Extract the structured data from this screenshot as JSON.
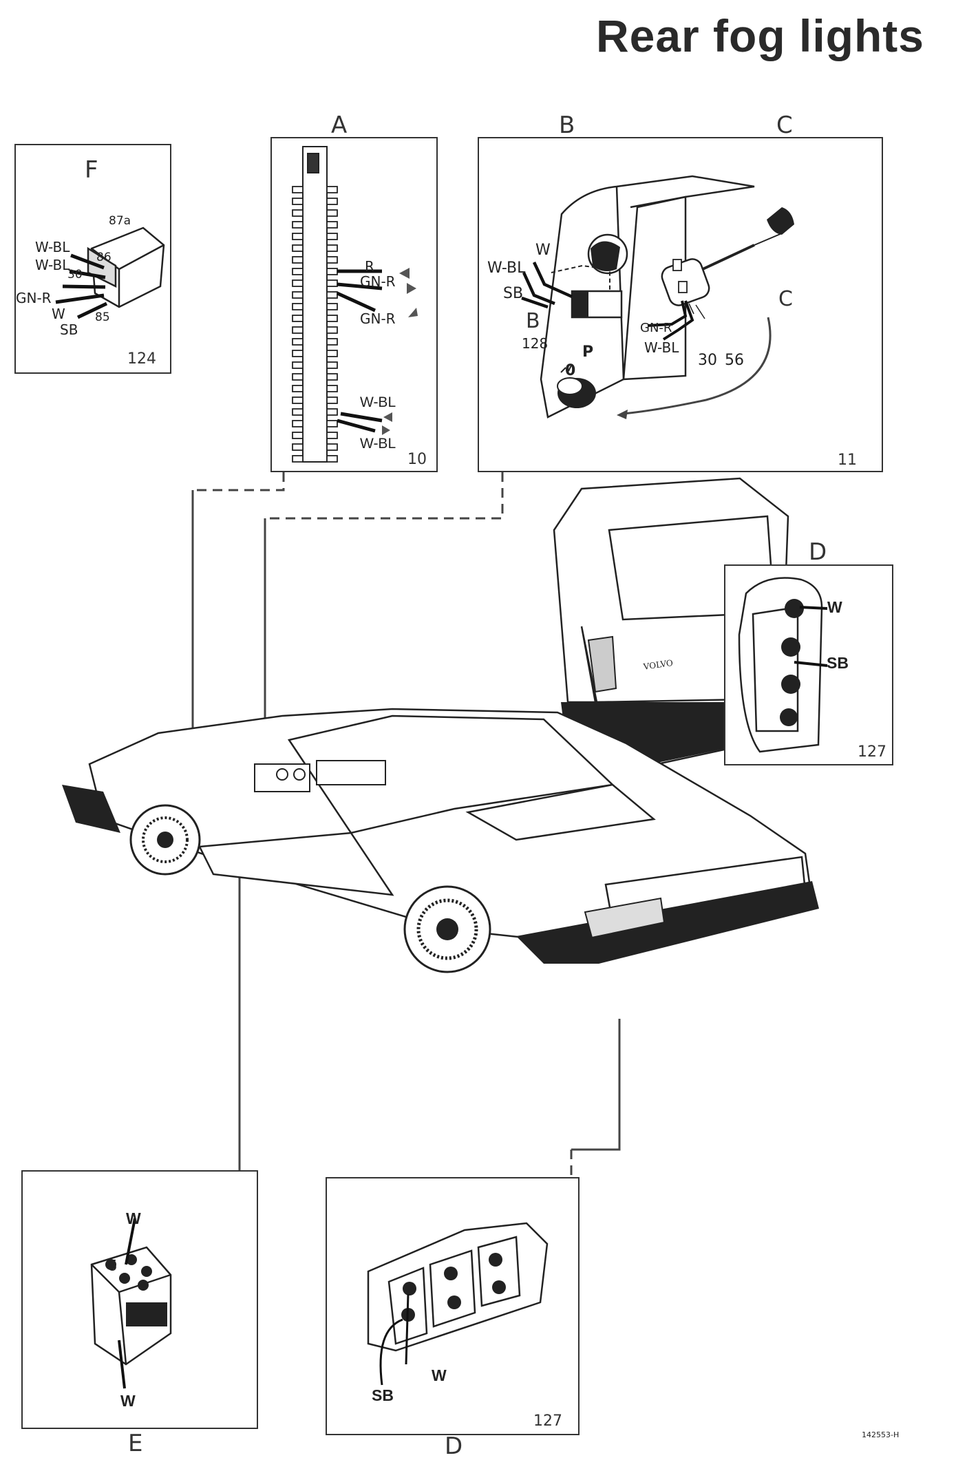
{
  "title": "Rear fog lights",
  "doc_number": "142553-H",
  "panels": {
    "F": {
      "label": "F",
      "num": "124",
      "terms": {
        "t87a": "87a",
        "t86": "86",
        "t30": "30",
        "t85": "85"
      },
      "wires": {
        "w1": "W-BL",
        "w2": "W-BL",
        "w3": "GN-R",
        "w4": "W",
        "w5": "SB"
      }
    },
    "A": {
      "label": "A",
      "num": "10",
      "wires": {
        "r": "R",
        "gnr1": "GN-R",
        "gnr2": "GN-R",
        "wbl1": "W-BL",
        "wbl2": "W-BL"
      }
    },
    "B": {
      "label": "B",
      "sub_label": "B",
      "sub_num": "128",
      "num": "11",
      "wires": {
        "w": "W",
        "wbl": "W-BL",
        "sb": "SB",
        "gnr": "GN-R",
        "wbl2": "W-BL"
      },
      "terms": {
        "t30": "30",
        "t56": "56"
      },
      "knob_off": "0",
      "knob_p": "P"
    },
    "C": {
      "label": "C",
      "sub_label": "C"
    },
    "D_top": {
      "label": "D",
      "num": "127",
      "wires": {
        "w": "W",
        "sb": "SB"
      }
    },
    "E": {
      "label": "E",
      "pin": "5",
      "wires": {
        "top": "W",
        "bottom": "W"
      }
    },
    "D_bottom": {
      "label": "D",
      "num": "127",
      "wires": {
        "w": "W",
        "sb": "SB"
      }
    }
  },
  "car_badge": "VOLVO"
}
